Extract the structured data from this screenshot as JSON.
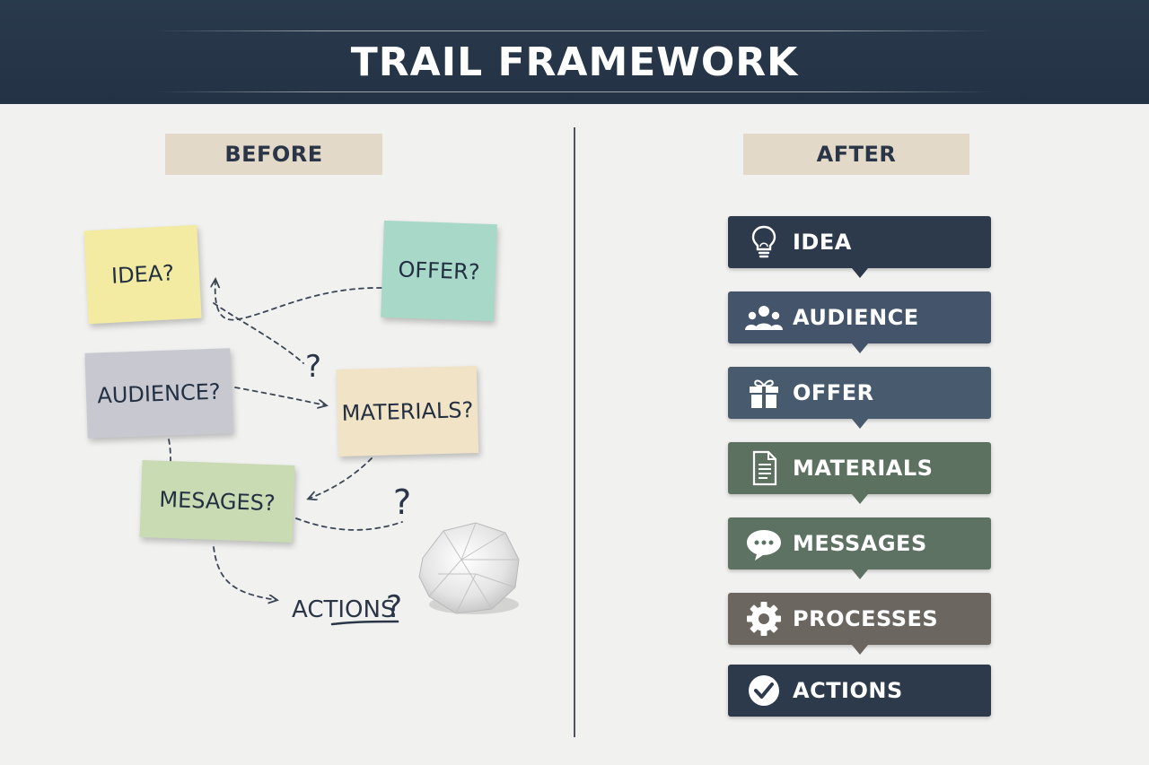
{
  "header": {
    "title": "TRAIL FRAMEWORK"
  },
  "before": {
    "label": "BEFORE",
    "notes": [
      {
        "text": "IDEA?",
        "color": "#f3eba1"
      },
      {
        "text": "OFFER?",
        "color": "#a8d8c8"
      },
      {
        "text": "AUDIENCE?",
        "color": "#c7c8d0"
      },
      {
        "text": "MATERIALS?",
        "color": "#f1e3c6"
      },
      {
        "text": "MESAGES?",
        "color": "#c8dbb3"
      }
    ],
    "actions_text": "ACTIONS",
    "question_marks": [
      "?",
      "?",
      "?"
    ]
  },
  "after": {
    "label": "AFTER",
    "steps": [
      {
        "label": "IDEA",
        "icon": "lightbulb-icon",
        "color": "#2c3a4c"
      },
      {
        "label": "AUDIENCE",
        "icon": "people-icon",
        "color": "#44546a"
      },
      {
        "label": "OFFER",
        "icon": "gift-icon",
        "color": "#485a6e"
      },
      {
        "label": "MATERIALS",
        "icon": "document-icon",
        "color": "#5d7161"
      },
      {
        "label": "MESSAGES",
        "icon": "chat-bubble-icon",
        "color": "#5d7263"
      },
      {
        "label": "PROCESSES",
        "icon": "gear-icon",
        "color": "#6b6760"
      },
      {
        "label": "ACTIONS",
        "icon": "check-circle-icon",
        "color": "#2c3a4c"
      }
    ]
  }
}
